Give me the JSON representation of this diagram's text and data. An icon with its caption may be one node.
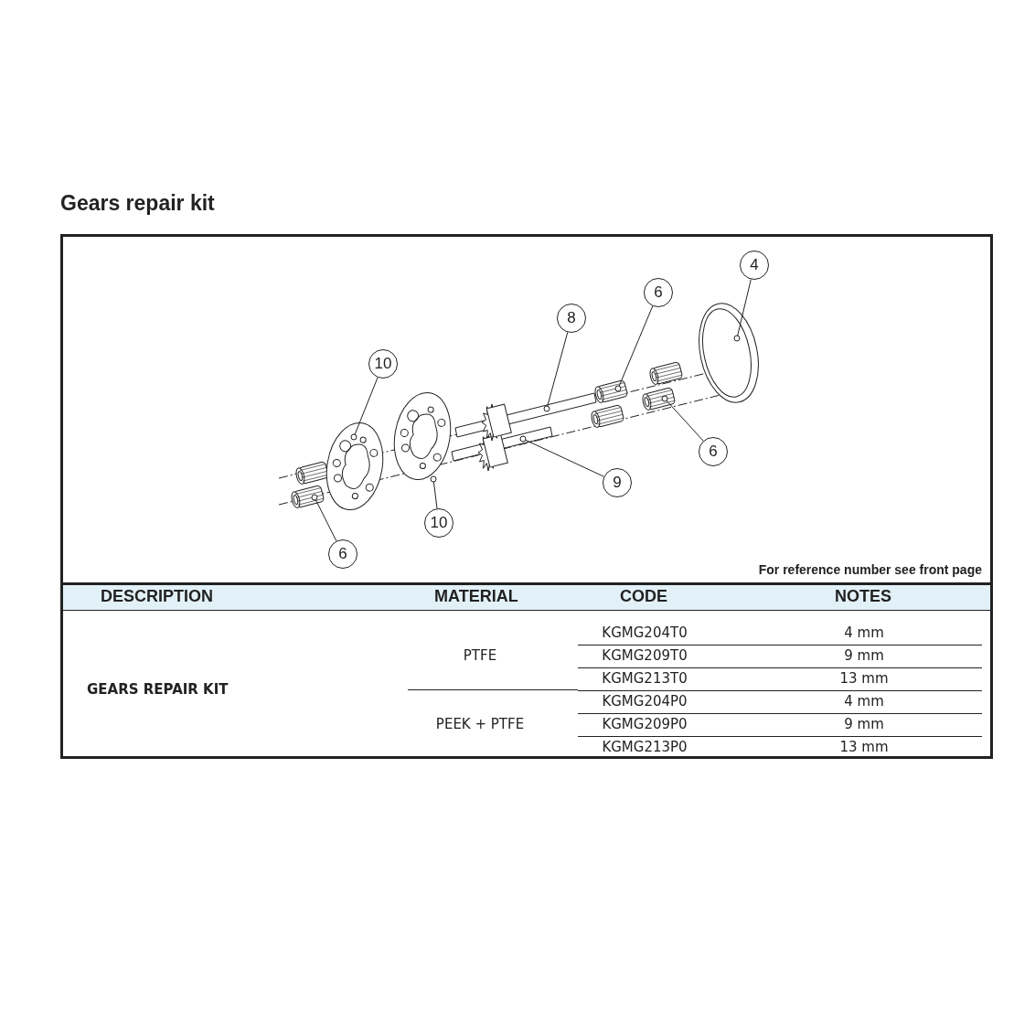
{
  "diagram": {
    "title": "Gears repair kit",
    "nodes": [
      {
        "text": [
          "4"
        ]
      },
      {
        "text": [
          "6"
        ]
      },
      {
        "text": [
          "8"
        ]
      },
      {
        "text": [
          "10"
        ]
      },
      {
        "text": [
          "6"
        ]
      },
      {
        "text": [
          "9"
        ]
      },
      {
        "text": [
          "10"
        ]
      },
      {
        "text": [
          "6"
        ]
      }
    ],
    "edges": [
      {
        "from": 0,
        "to": null,
        "arrow": "other"
      },
      {
        "from": 1,
        "to": null,
        "arrow": "other"
      },
      {
        "from": 2,
        "to": null,
        "arrow": "other"
      },
      {
        "from": 3,
        "to": null,
        "arrow": "other"
      },
      {
        "from": 4,
        "to": null,
        "arrow": "other"
      },
      {
        "from": 5,
        "to": null,
        "arrow": "other"
      },
      {
        "from": 6,
        "to": null,
        "arrow": "other"
      },
      {
        "from": 7,
        "to": null,
        "arrow": "other"
      }
    ],
    "labels": [
      "For reference number see front page",
      "DESCRIPTION",
      "MATERIAL",
      "CODE",
      "NOTES",
      "GEARS REPAIR KIT",
      "PTFE",
      "KGMG204T0",
      "4 mm",
      "KGMG209T0",
      "9 mm",
      "KGMG213T0",
      "13 mm",
      "PEEK + PTFE",
      "KGMG204P0",
      "4 mm",
      "KGMG209P0",
      "9 mm",
      "KGMG213P0",
      "13 mm"
    ]
  }
}
